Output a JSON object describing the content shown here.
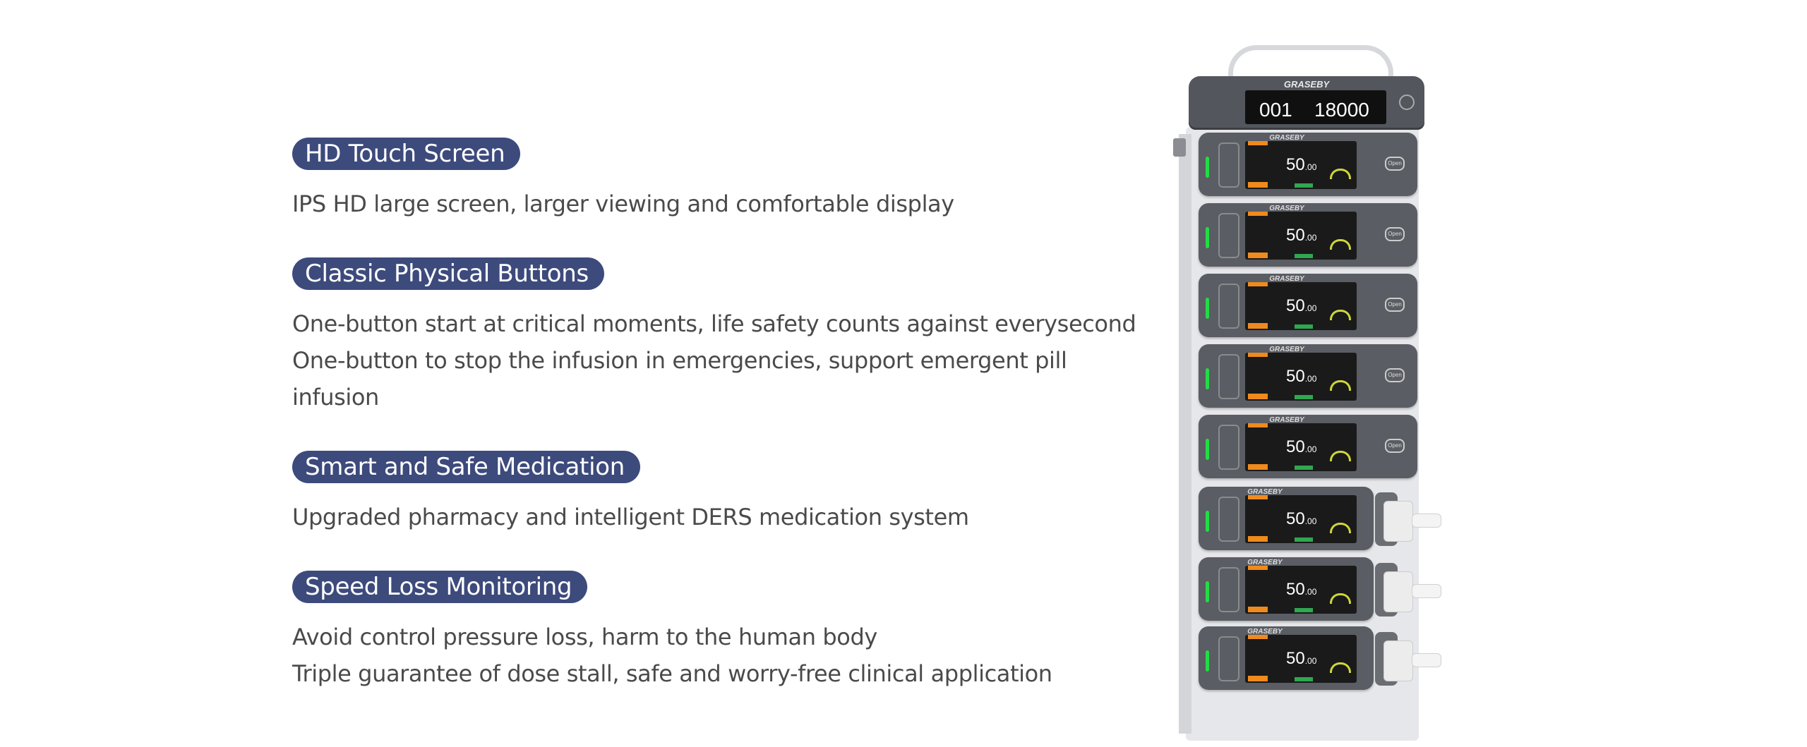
{
  "features": [
    {
      "title": "HD Touch Screen",
      "lines": [
        "IPS HD large screen, larger viewing and comfortable display"
      ]
    },
    {
      "title": "Classic Physical Buttons",
      "lines": [
        "One-button start at critical moments, life safety counts against everysecond",
        "One-button to stop the infusion in emergencies, support emergent pill infusion"
      ]
    },
    {
      "title": "Smart and Safe Medication",
      "lines": [
        "Upgraded pharmacy and intelligent DERS medication system"
      ]
    },
    {
      "title": "Speed Loss Monitoring",
      "lines": [
        "Avoid control pressure loss, harm to the human body",
        "Triple guarantee of dose stall, safe and worry-free clinical application"
      ]
    }
  ],
  "device": {
    "brand": "GRASEBY",
    "top_screen_value_1": "001",
    "top_screen_value_2": "18000",
    "pump_rate_main": "50",
    "pump_rate_decimal": ".00",
    "pump_button_label": "Open"
  },
  "colors": {
    "pill_background": "#3d4a7c",
    "body_text": "#4a4a4a",
    "indicator_green": "#22dd44",
    "accent_orange": "#f08a1c"
  }
}
